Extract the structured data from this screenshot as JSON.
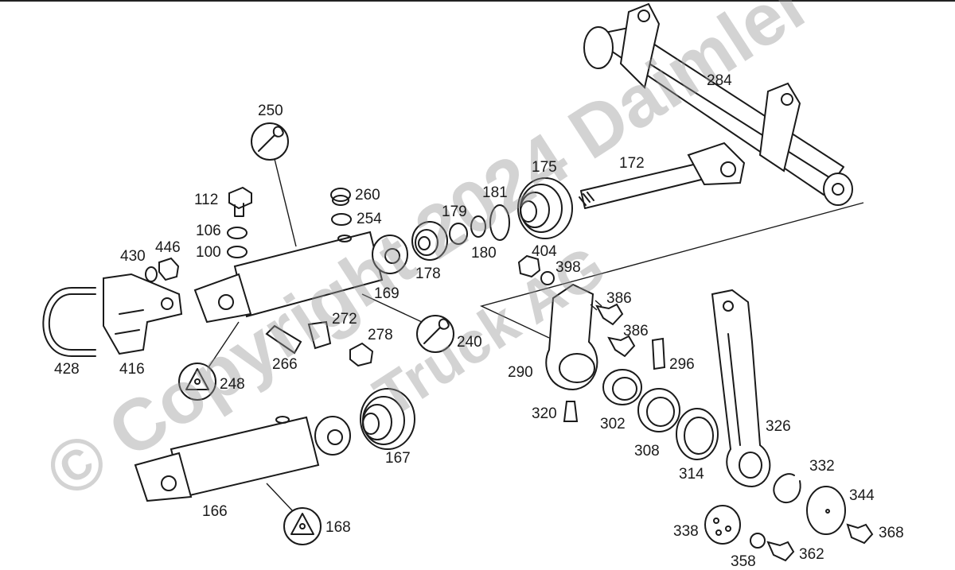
{
  "watermark": {
    "line1": "© Copyright 2024 Daimler",
    "line2": "Truck AG"
  },
  "labels": [
    {
      "id": "250",
      "text": "250"
    },
    {
      "id": "112",
      "text": "112"
    },
    {
      "id": "106",
      "text": "106"
    },
    {
      "id": "100",
      "text": "100"
    },
    {
      "id": "260",
      "text": "260"
    },
    {
      "id": "254",
      "text": "254"
    },
    {
      "id": "430",
      "text": "430"
    },
    {
      "id": "446",
      "text": "446"
    },
    {
      "id": "428",
      "text": "428"
    },
    {
      "id": "416",
      "text": "416"
    },
    {
      "id": "248",
      "text": "248"
    },
    {
      "id": "266",
      "text": "266"
    },
    {
      "id": "272",
      "text": "272"
    },
    {
      "id": "278",
      "text": "278"
    },
    {
      "id": "169",
      "text": "169"
    },
    {
      "id": "240",
      "text": "240"
    },
    {
      "id": "178",
      "text": "178"
    },
    {
      "id": "179",
      "text": "179"
    },
    {
      "id": "180",
      "text": "180"
    },
    {
      "id": "181",
      "text": "181"
    },
    {
      "id": "175",
      "text": "175"
    },
    {
      "id": "172",
      "text": "172"
    },
    {
      "id": "284",
      "text": "284"
    },
    {
      "id": "404",
      "text": "404"
    },
    {
      "id": "398",
      "text": "398"
    },
    {
      "id": "386a",
      "text": "386"
    },
    {
      "id": "386b",
      "text": "386"
    },
    {
      "id": "290",
      "text": "290"
    },
    {
      "id": "296",
      "text": "296"
    },
    {
      "id": "320",
      "text": "320"
    },
    {
      "id": "302",
      "text": "302"
    },
    {
      "id": "308",
      "text": "308"
    },
    {
      "id": "314",
      "text": "314"
    },
    {
      "id": "326",
      "text": "326"
    },
    {
      "id": "332",
      "text": "332"
    },
    {
      "id": "344",
      "text": "344"
    },
    {
      "id": "338",
      "text": "338"
    },
    {
      "id": "368",
      "text": "368"
    },
    {
      "id": "362",
      "text": "362"
    },
    {
      "id": "358",
      "text": "358"
    },
    {
      "id": "166",
      "text": "166"
    },
    {
      "id": "167",
      "text": "167"
    },
    {
      "id": "168",
      "text": "168"
    }
  ]
}
